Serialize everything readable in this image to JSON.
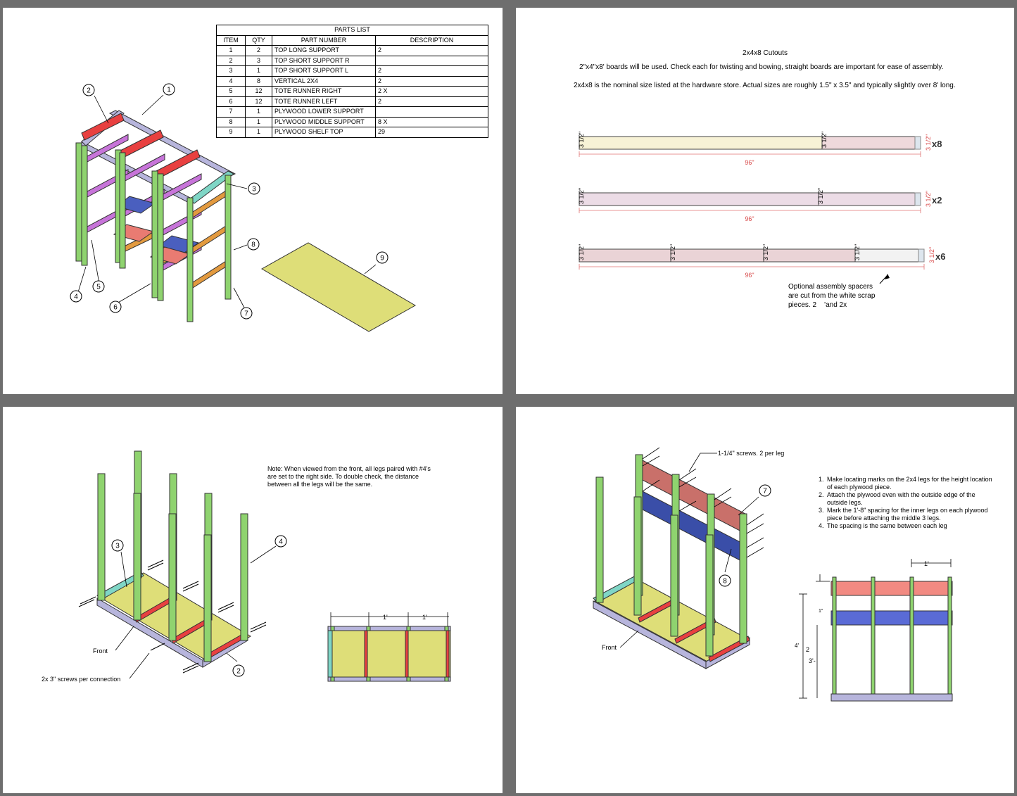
{
  "page1": {
    "parts_list": {
      "title": "PARTS LIST",
      "headers": [
        "ITEM",
        "QTY",
        "PART NUMBER",
        "DESCRIPTION"
      ],
      "rows": [
        {
          "item": "1",
          "qty": "2",
          "part": "TOP LONG SUPPORT",
          "desc": "2"
        },
        {
          "item": "2",
          "qty": "3",
          "part": "TOP SHORT SUPPORT R",
          "desc": ""
        },
        {
          "item": "3",
          "qty": "1",
          "part": "TOP SHORT SUPPORT L",
          "desc": "2"
        },
        {
          "item": "4",
          "qty": "8",
          "part": "VERTICAL 2X4",
          "desc": "2"
        },
        {
          "item": "5",
          "qty": "12",
          "part": "TOTE RUNNER RIGHT",
          "desc": "2 X"
        },
        {
          "item": "6",
          "qty": "12",
          "part": "TOTE RUNNER LEFT",
          "desc": "2"
        },
        {
          "item": "7",
          "qty": "1",
          "part": "PLYWOOD LOWER SUPPORT",
          "desc": ""
        },
        {
          "item": "8",
          "qty": "1",
          "part": "PLYWOOD MIDDLE SUPPORT",
          "desc": "8 X"
        },
        {
          "item": "9",
          "qty": "1",
          "part": "PLYWOOD SHELF TOP",
          "desc": "29"
        }
      ]
    },
    "callouts": [
      "1",
      "2",
      "3",
      "4",
      "5",
      "6",
      "7",
      "8",
      "9"
    ]
  },
  "page2": {
    "title": "2x4x8 Cutouts",
    "line1": "2\"x4\"x8' boards will be used. Check each for twisting and bowing, straight boards are important for ease of assembly.",
    "line2": "2x4x8 is the nominal size listed at the hardware store. Actual sizes are roughly 1.5\" x 3.5\" and typically slightly over 8' long.",
    "boards": [
      {
        "length_label": "96\"",
        "qty": "x8",
        "end_label": "3 1/2\"",
        "section_label": "3 1/2\""
      },
      {
        "length_label": "96\"",
        "qty": "x2",
        "end_label": "3 1/2\"",
        "section_label": "3 1/2\""
      },
      {
        "length_label": "96\"",
        "qty": "x6",
        "end_label": "3 1/2\"",
        "section_label": "3 1/2\""
      }
    ],
    "note": [
      "Optional assembly spacers",
      "are cut from the white scrap",
      "pieces. 2"
    ],
    "note_tail": "'and 2x"
  },
  "page3": {
    "note": [
      "Note: When viewed from the front, all legs paired with #4's",
      "are set to the right side. To double check, the distance",
      "between all the legs will be the same."
    ],
    "front_label": "Front",
    "screws_label": "2x 3\" screws per connection",
    "callouts": [
      "3",
      "4",
      "2"
    ],
    "dim_labels": [
      "1'",
      "1'"
    ]
  },
  "page4": {
    "screws_label": "1-1/4\" screws. 2 per leg",
    "front_label": "Front",
    "callouts": [
      "7",
      "8"
    ],
    "steps": [
      "Make locating marks on the 2x4 legs for the height location of each plywood piece.",
      "Attach the plywood even with the outside edge of the outside legs.",
      "Mark the 1'-8\" spacing for the inner legs on each plywood piece before attaching the middle 3 legs.",
      "The spacing is the same between each leg"
    ],
    "dim_labels": [
      "1'",
      "1\"",
      "4'",
      "2",
      "3'-"
    ]
  },
  "colors": {
    "leg_green": "#8fd36f",
    "top_lavender": "#b7b5dc",
    "top_red": "#e84040",
    "runner_purple": "#c774d9",
    "runner_orange": "#e39a3f",
    "plywood_yellow": "#dede78",
    "plywood_salmon": "#e97b72",
    "plywood_blue": "#4a5fbf",
    "teal": "#7fd6c6"
  }
}
